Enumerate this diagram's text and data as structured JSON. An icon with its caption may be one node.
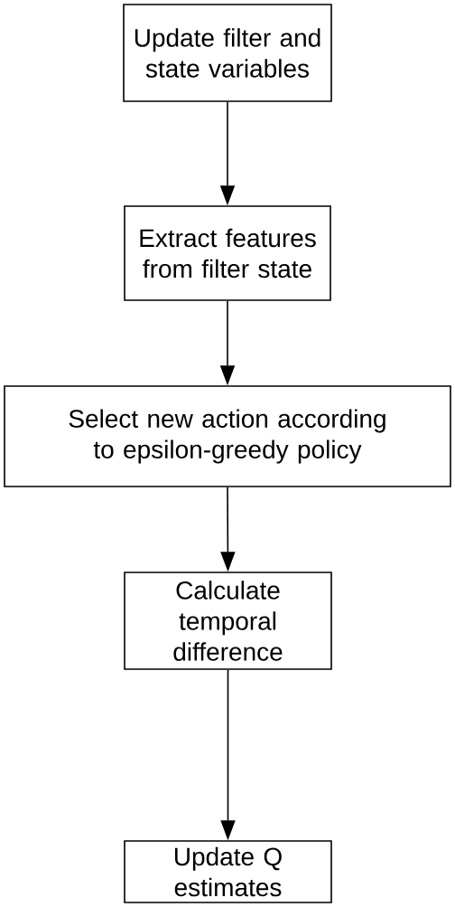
{
  "diagram": {
    "nodes": [
      {
        "text": [
          "Update filter and state variables"
        ]
      },
      {
        "text": [
          "Extract features from filter state"
        ]
      },
      {
        "text": [
          "Select new action according to epsilon-greedy policy"
        ]
      },
      {
        "text": [
          "Calculate temporal difference"
        ]
      },
      {
        "text": [
          "Update Q estimates"
        ]
      }
    ],
    "edges": [
      {
        "from": 0,
        "to": 1,
        "arrow": "to"
      },
      {
        "from": 1,
        "to": 2,
        "arrow": "to"
      },
      {
        "from": 2,
        "to": 3,
        "arrow": "to"
      },
      {
        "from": 3,
        "to": 4,
        "arrow": "to"
      }
    ]
  }
}
